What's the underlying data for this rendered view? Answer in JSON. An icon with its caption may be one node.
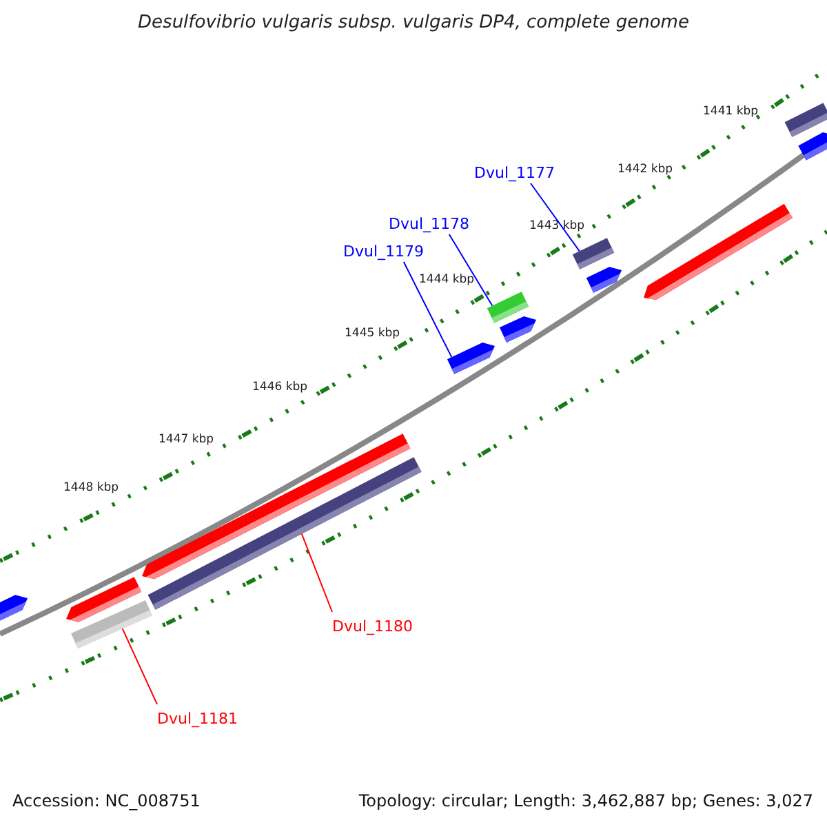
{
  "diagram": {
    "title": "Desulfovibrio vulgaris subsp. vulgaris DP4, complete genome",
    "nodes": [
      {
        "text": [
          "Dvul_1177"
        ]
      },
      {
        "text": [
          "Dvul_1178"
        ]
      },
      {
        "text": [
          "Dvul_1179"
        ]
      },
      {
        "text": [],
        "shape": "bar"
      },
      {
        "text": [],
        "shape": "bar"
      },
      {
        "text": [],
        "shape": "bar"
      },
      {
        "text": [],
        "shape": "bar"
      },
      {
        "text": [],
        "shape": "bar"
      },
      {
        "text": [],
        "shape": "bar"
      },
      {
        "text": [],
        "shape": "bar"
      },
      {
        "text": [],
        "shape": "bar"
      },
      {
        "text": [],
        "shape": "bar"
      },
      {
        "text": [],
        "shape": "bar"
      },
      {
        "text": [],
        "shape": "bar"
      },
      {
        "text": [],
        "shape": "bar"
      },
      {
        "text": [],
        "shape": "bar"
      },
      {
        "text": [
          "Dvul_1180"
        ]
      },
      {
        "text": [
          "Dvul_1181"
        ]
      }
    ],
    "edges": [
      {
        "from": 0,
        "to": 5,
        "arrow": "none"
      },
      {
        "from": 1,
        "to": 8,
        "arrow": "none"
      },
      {
        "from": 2,
        "to": 10,
        "arrow": "none"
      },
      {
        "from": 16,
        "to": 12,
        "arrow": "none",
        "color": "#ff0000"
      },
      {
        "from": 17,
        "to": 15,
        "arrow": "none",
        "color": "#ff0000"
      }
    ],
    "labels": [
      "1441 kbp",
      "1442 kbp",
      "1443 kbp",
      "1444 kbp",
      "1445 kbp",
      "1446 kbp",
      "1447 kbp",
      "1448 kbp",
      "Accession: NC_008751",
      "Topology: circular; Length: 3,462,887 bp; Genes: 3,027"
    ]
  }
}
